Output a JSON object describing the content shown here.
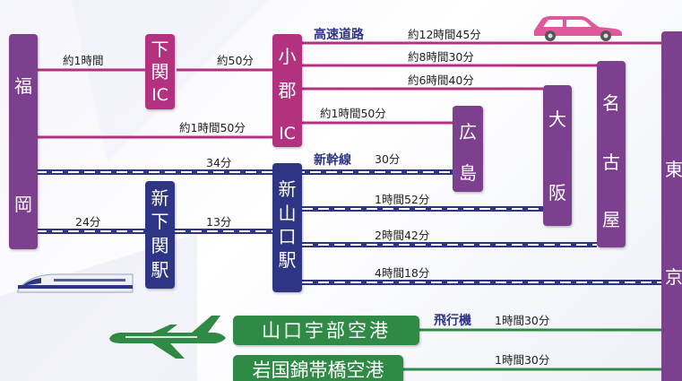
{
  "stations": {
    "fukuoka": "福岡",
    "shimonoseki_ic": "下関IC",
    "ogori_ic": "小郡IC",
    "hiroshima": "広島",
    "osaka": "大阪",
    "nagoya": "名古屋",
    "tokyo": "東京",
    "shin_shimonoseki": "新下関駅",
    "shin_yamaguchi": "新山口駅"
  },
  "headings": {
    "expressway": "高速道路",
    "shinkansen": "新幹線",
    "airplane": "飛行機"
  },
  "times": {
    "fukuoka_to_shimonoseki": "約1時間",
    "shimonoseki_to_ogori": "約50分",
    "ogori_tokyo_car": "約12時間45分",
    "ogori_nagoya_car": "約8時間30分",
    "ogori_osaka_car": "約6時間40分",
    "ogori_hiroshima_car": "約1時間50分",
    "fukuoka_ogori_car": "約1時間50分",
    "fukuoka_shinyamaguchi_train": "34分",
    "shinyamaguchi_hiroshima_train": "30分",
    "fukuoka_shinshimonoseki_train": "24分",
    "shinshimonoseki_shinyamaguchi_train": "13分",
    "shinyamaguchi_osaka_train": "1時間52分",
    "shinyamaguchi_nagoya_train": "2時間42分",
    "shinyamaguchi_tokyo_train": "4時間18分",
    "yamaguchiube_tokyo_air": "1時間30分",
    "iwakuni_tokyo_air": "1時間30分"
  },
  "airports": {
    "yamaguchi_ube": "山口宇部空港",
    "iwakuni": "岩国錦帯橋空港"
  },
  "colors": {
    "road": "#b3317f",
    "station": "#7b3f8e",
    "rail": "#2e3585",
    "air": "#2f8a45",
    "car": "#e1579b"
  },
  "icons": {
    "car": "car-icon",
    "train": "shinkansen-train-icon",
    "plane": "airplane-icon"
  }
}
